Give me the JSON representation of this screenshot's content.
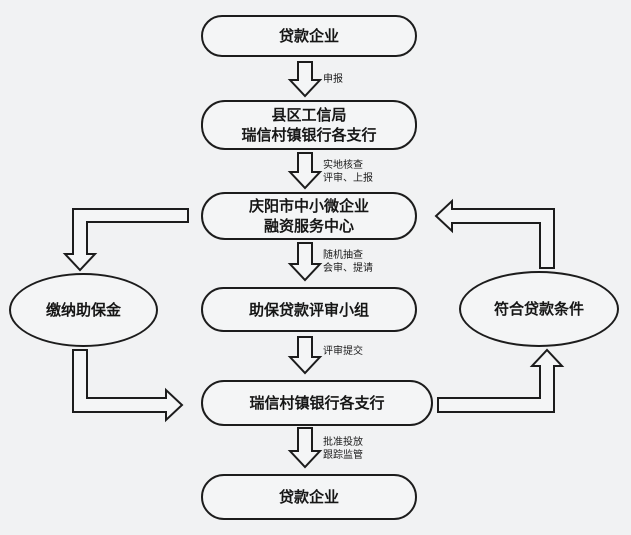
{
  "nodes": {
    "top_enterprise": "贷款企业",
    "county_bureau_line1": "县区工信局",
    "county_bureau_line2": "瑞信村镇银行各支行",
    "center_line1": "庆阳市中小微企业",
    "center_line2": "融资服务中心",
    "review_group": "助保贷款评审小组",
    "branch_bank": "瑞信村镇银行各支行",
    "bottom_enterprise": "贷款企业",
    "guarantee_fund": "缴纳助保金",
    "meets_conditions": "符合贷款条件"
  },
  "edge_labels": {
    "declare": "申报",
    "onsite_line1": "实地核查",
    "onsite_line2": "评审、上报",
    "sample_line1": "随机抽查",
    "sample_line2": "会审、提请",
    "review_submit": "评审提交",
    "approve_line1": "批准投放",
    "approve_line2": "跟踪监管"
  }
}
